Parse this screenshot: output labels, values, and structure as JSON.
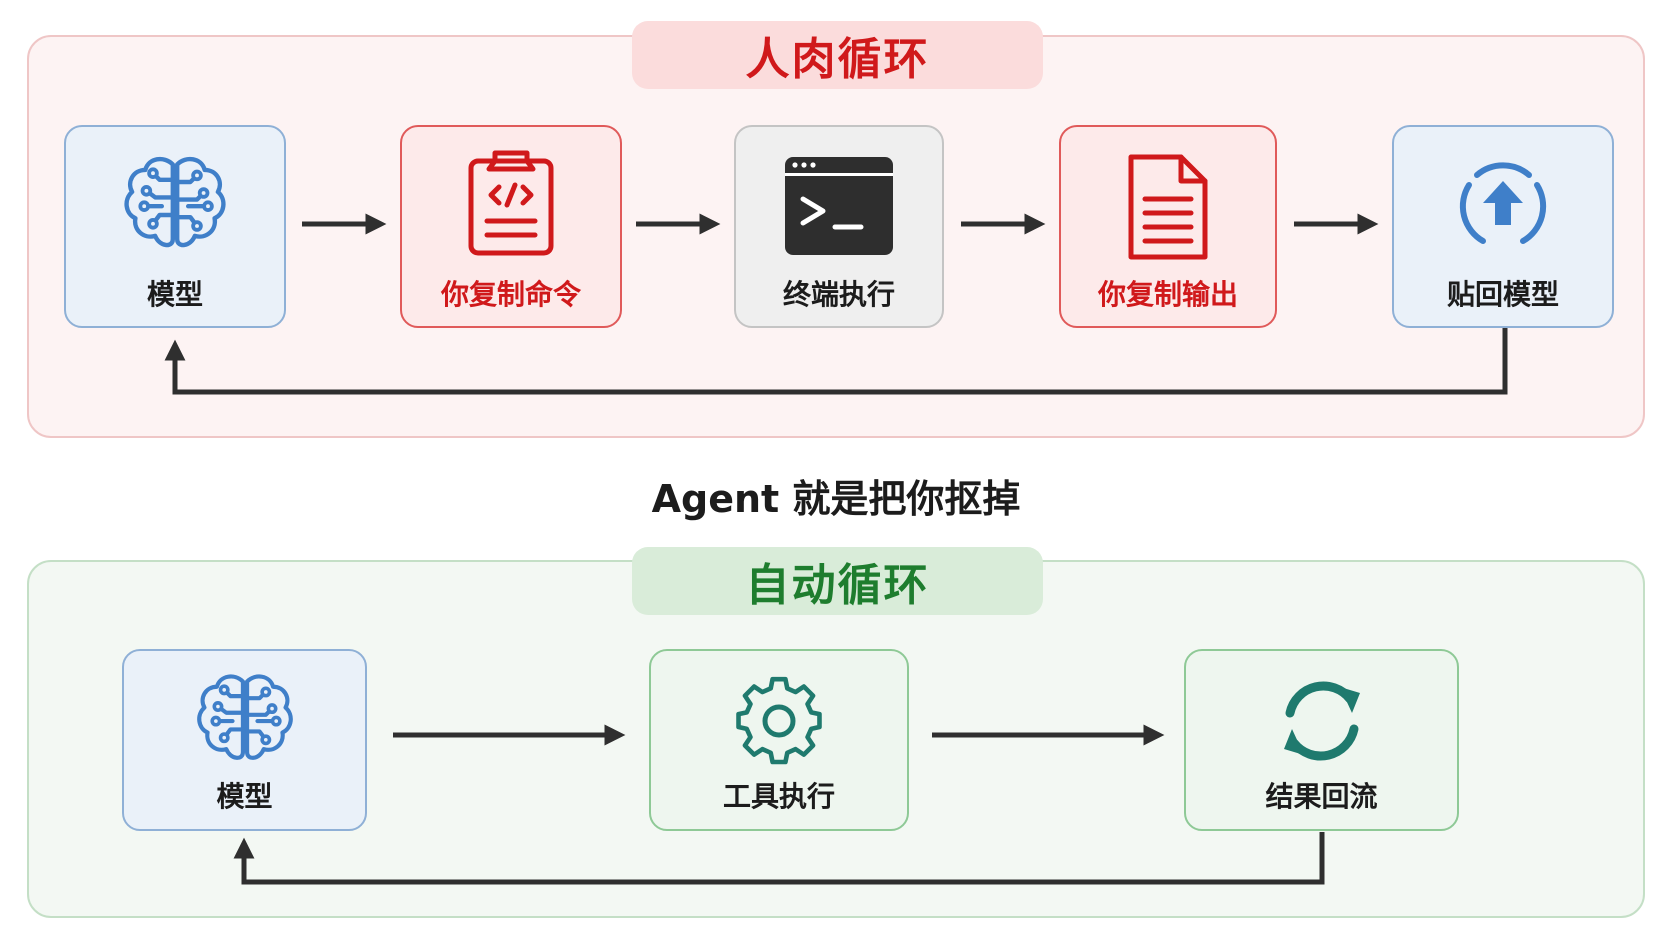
{
  "manual_loop": {
    "title": "人肉循环",
    "nodes": [
      {
        "label": "模型",
        "icon": "brain-icon"
      },
      {
        "label": "你复制命令",
        "icon": "clipboard-code-icon"
      },
      {
        "label": "终端执行",
        "icon": "terminal-icon"
      },
      {
        "label": "你复制输出",
        "icon": "document-icon"
      },
      {
        "label": "贴回模型",
        "icon": "upload-cycle-icon"
      }
    ]
  },
  "middle_text": "Agent 就是把你抠掉",
  "auto_loop": {
    "title": "自动循环",
    "nodes": [
      {
        "label": "模型",
        "icon": "brain-icon"
      },
      {
        "label": "工具执行",
        "icon": "gear-icon"
      },
      {
        "label": "结果回流",
        "icon": "refresh-icon"
      }
    ]
  },
  "colors": {
    "manual_accent": "#d0191b",
    "auto_accent": "#1e7d2e",
    "brain_blue": "#3f7fc9",
    "arrow": "#2f2f2f"
  }
}
